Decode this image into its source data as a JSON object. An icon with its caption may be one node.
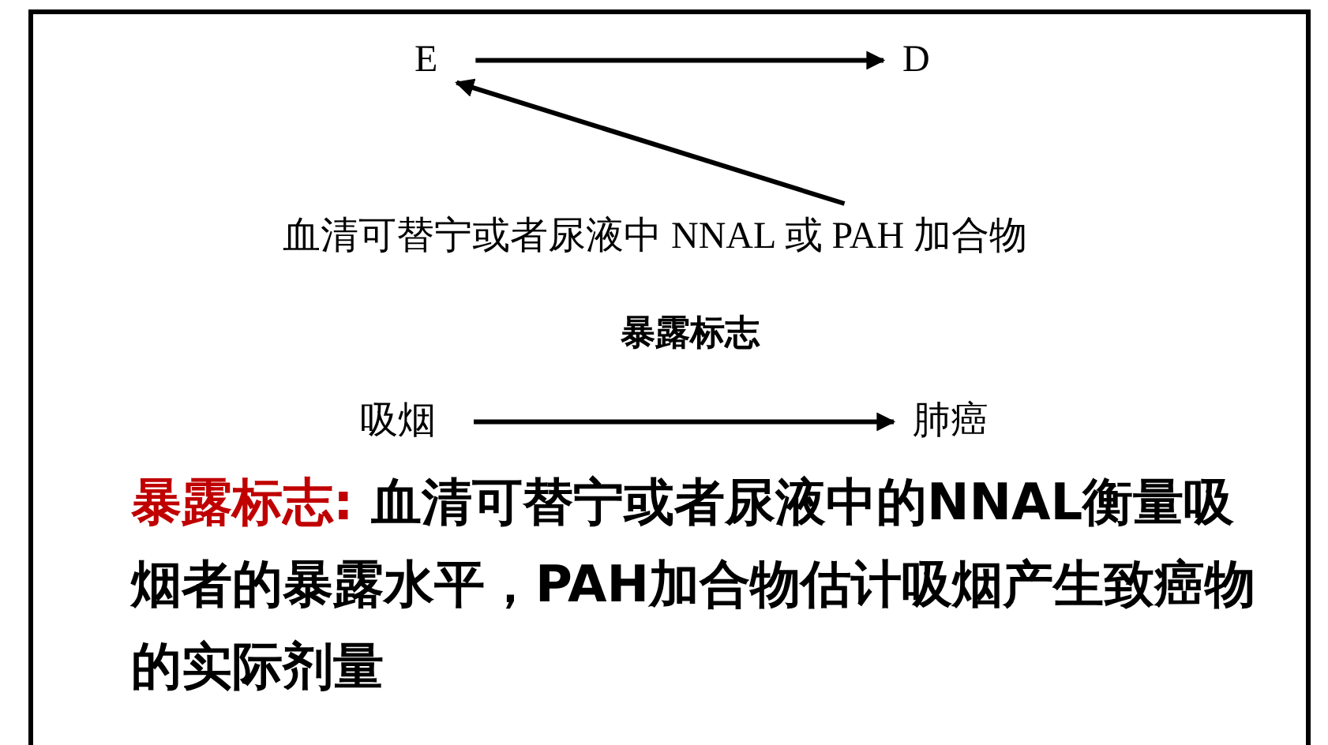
{
  "diagram": {
    "nodes": [
      {
        "text": [
          "E"
        ]
      },
      {
        "text": [
          "D"
        ]
      },
      {
        "text": [
          "血清可替宁或者尿液中 NNAL 或 PAH 加合物"
        ]
      },
      {
        "text": [
          "吸烟"
        ]
      },
      {
        "text": [
          "肺癌"
        ]
      }
    ],
    "edges": [
      {
        "from": 0,
        "to": 1,
        "arrow": "to"
      },
      {
        "from": 2,
        "to": 0,
        "arrow": "to"
      },
      {
        "from": 3,
        "to": 4,
        "arrow": "to"
      }
    ],
    "labels": [
      "暴露标志",
      "暴露标志:",
      "血清可替宁或者尿液中的NNAL衡量吸烟者的暴露水平，PAH加合物估计吸烟产生致癌物的实际剂量"
    ]
  }
}
